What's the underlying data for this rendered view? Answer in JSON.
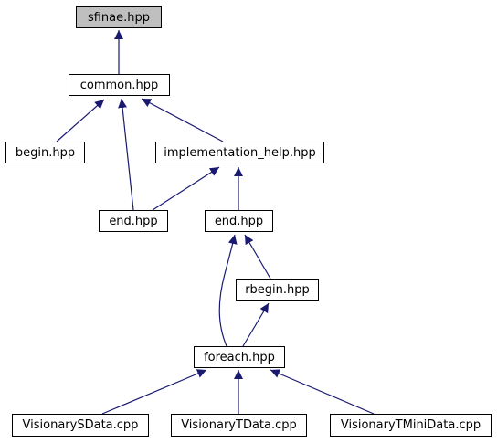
{
  "diagram": {
    "edge_color": "#191970",
    "root_fill": "#bfbfbf",
    "nodes": {
      "sfinae": "sfinae.hpp",
      "common": "common.hpp",
      "begin": "begin.hpp",
      "implementation_help": "implementation_help.hpp",
      "end_a": "end.hpp",
      "end_b": "end.hpp",
      "rbegin": "rbegin.hpp",
      "foreach": "foreach.hpp",
      "visionary_sdata": "VisionarySData.cpp",
      "visionary_tdata": "VisionaryTData.cpp",
      "visionary_tminidata": "VisionaryTMiniData.cpp"
    },
    "edges": [
      {
        "from": "common",
        "to": "sfinae"
      },
      {
        "from": "begin",
        "to": "common"
      },
      {
        "from": "end_a",
        "to": "common"
      },
      {
        "from": "implementation_help",
        "to": "common"
      },
      {
        "from": "end_a",
        "to": "implementation_help"
      },
      {
        "from": "end_b",
        "to": "implementation_help"
      },
      {
        "from": "rbegin",
        "to": "end_b"
      },
      {
        "from": "foreach",
        "to": "end_b"
      },
      {
        "from": "foreach",
        "to": "rbegin"
      },
      {
        "from": "visionary_sdata",
        "to": "foreach"
      },
      {
        "from": "visionary_tdata",
        "to": "foreach"
      },
      {
        "from": "visionary_tminidata",
        "to": "foreach"
      }
    ]
  }
}
